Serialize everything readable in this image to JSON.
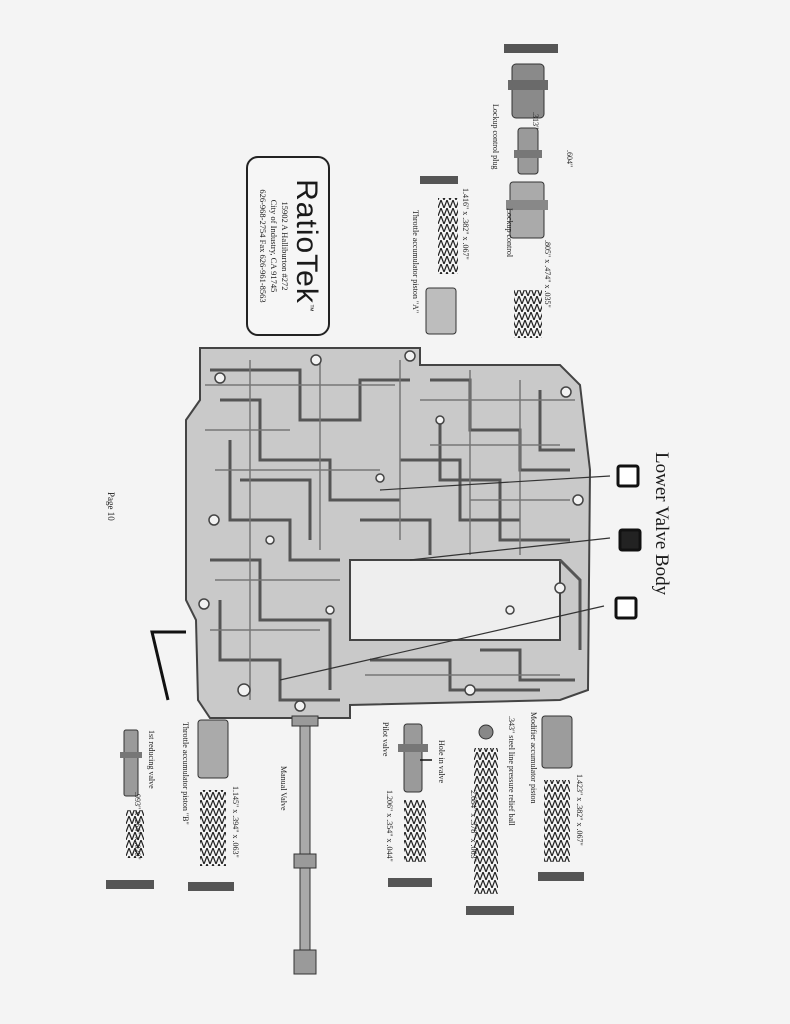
{
  "title": "Lower Valve Body",
  "page_number": "Page 10",
  "logo": {
    "name": "RatioTek",
    "trademark": "™",
    "address_line1": "15902 A Halliburton #272",
    "address_line2": "City of Industry, CA  91745",
    "phone_fax": "626-968-2754  Fax 626-961-8563"
  },
  "labels": {
    "lockup_control_plug": "Lockup control plug",
    "dim_313": ".313\"",
    "dim_604": ".604\"",
    "lockup_control": "Lockup control",
    "spring_lockup": ".805\" x .474\" x .035\"",
    "spring_throttle_a": "1.416\" x .382\" x .067\"",
    "throttle_piston_a": "Throttle accumulator piston \"A\"",
    "modifier_piston": "Modifier accumulator piston",
    "spring_modifier": "1.423\" x .382\" x .067\"",
    "relief_ball": ".343\" steel line pressure relief ball",
    "spring_relief": "2.684\" x .378\" x .063\"",
    "hole_in_valve": "Hole in valve",
    "pilot_valve": "Pilot valve",
    "spring_pilot": "1.206\" x .354\" x .044\"",
    "manual_valve": "Manual Valve",
    "throttle_piston_b": "Throttle accumulator piston \"B\"",
    "spring_throttle_b": "1.145\" x .394\" x .063\"",
    "first_reducing": "1st reducing valve",
    "spring_first": ".993\" x .264\" x .029\""
  }
}
